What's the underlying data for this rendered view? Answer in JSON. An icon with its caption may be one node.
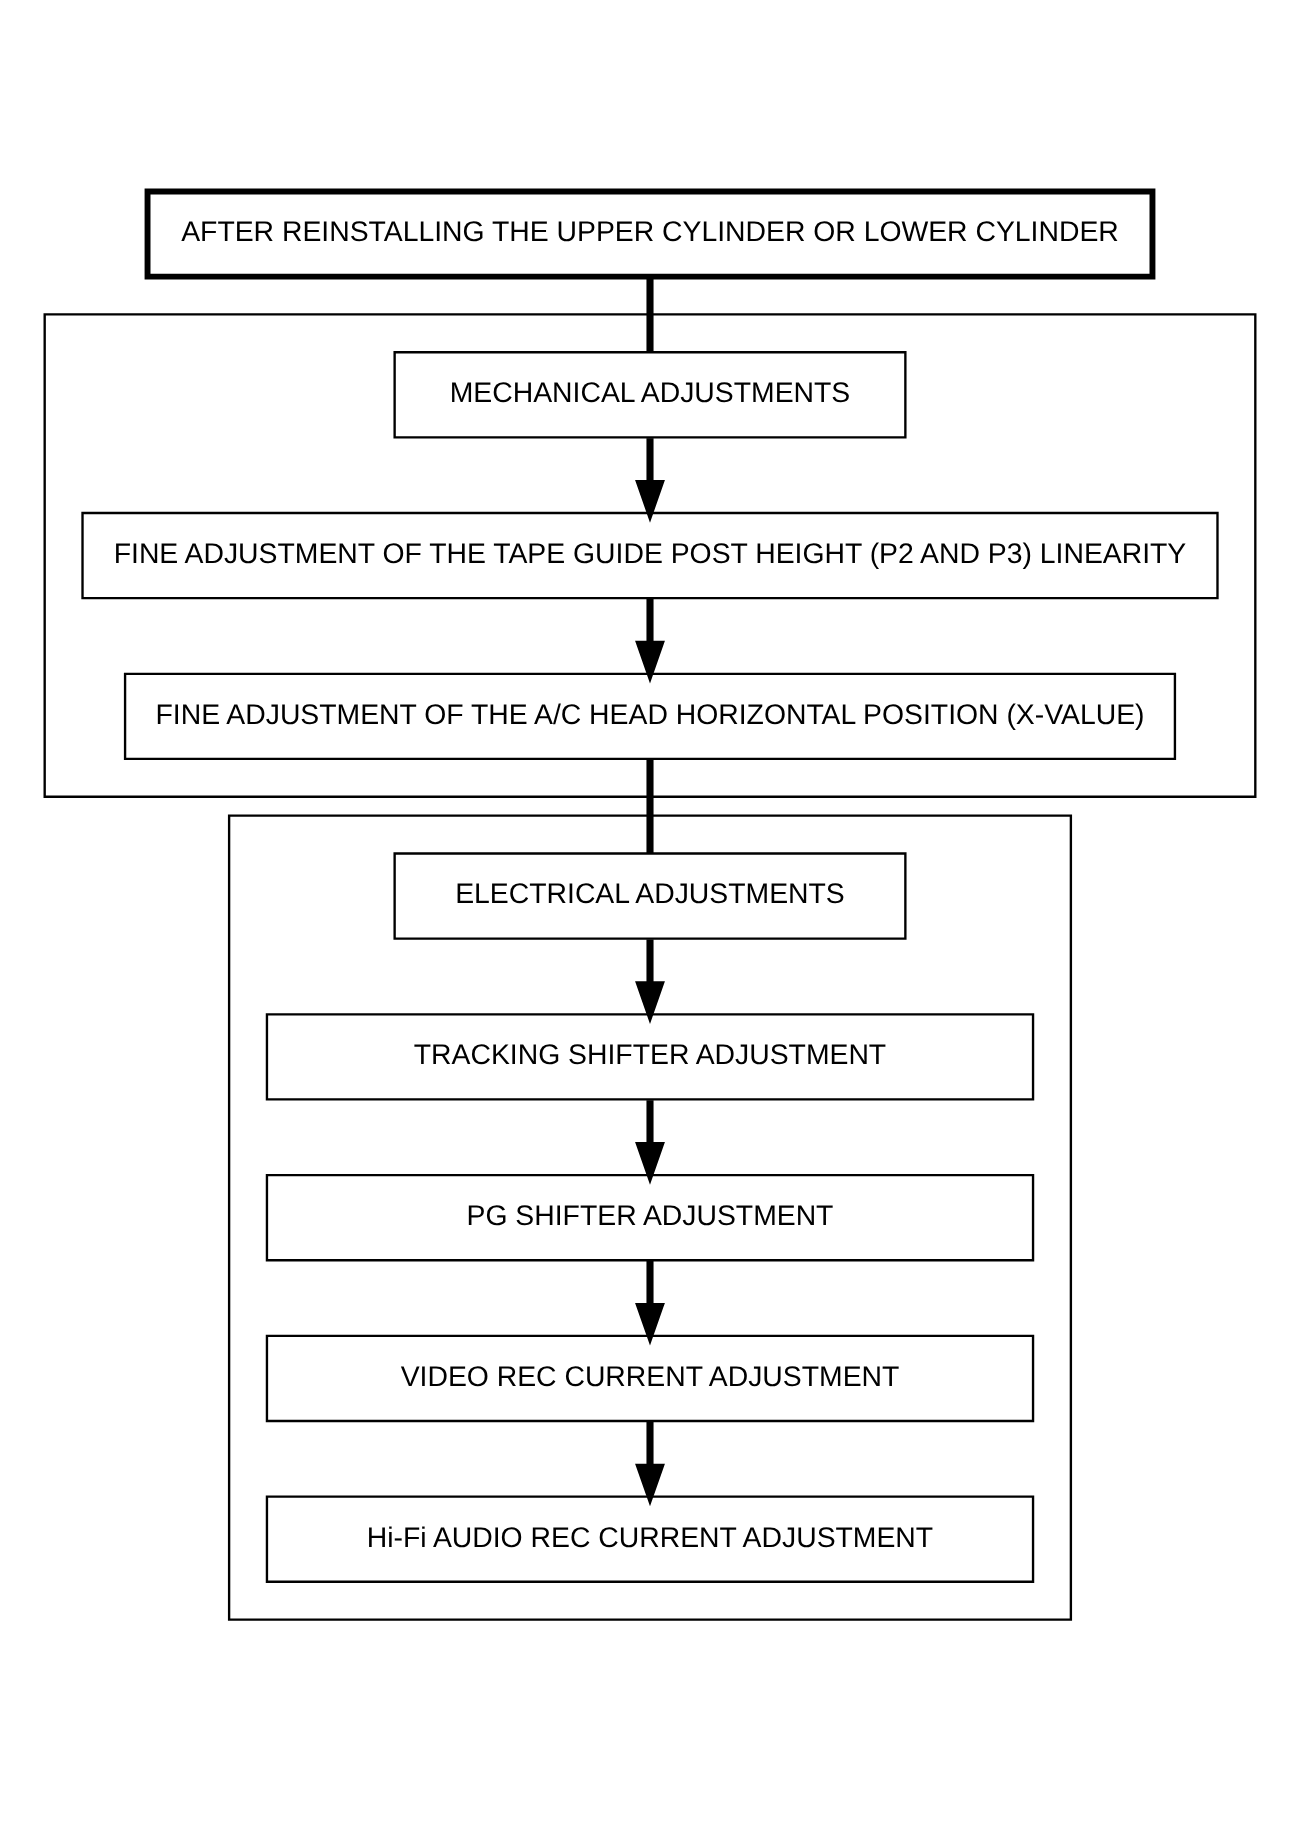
{
  "diagram": {
    "nodes": [
      {
        "text": [
          "AFTER REINSTALLING THE UPPER CYLINDER OR LOWER CYLINDER"
        ]
      },
      {
        "text": [
          "MECHANICAL ADJUSTMENTS"
        ]
      },
      {
        "text": [
          "FINE ADJUSTMENT OF THE TAPE GUIDE POST HEIGHT (P2 AND P3) LINEARITY"
        ],
        "in": 1
      },
      {
        "text": [
          "FINE ADJUSTMENT OF THE A/C HEAD HORIZONTAL POSITION (X-VALUE)"
        ],
        "in": 1
      },
      {
        "text": [
          "ELECTRICAL ADJUSTMENTS"
        ]
      },
      {
        "text": [
          "TRACKING SHIFTER ADJUSTMENT"
        ],
        "in": 4
      },
      {
        "text": [
          "PG SHIFTER ADJUSTMENT"
        ],
        "in": 4
      },
      {
        "text": [
          "VIDEO REC CURRENT ADJUSTMENT"
        ],
        "in": 4
      },
      {
        "text": [
          "Hi-Fi AUDIO REC CURRENT ADJUSTMENT"
        ],
        "in": 4
      }
    ],
    "edges": [
      {
        "from": 0,
        "to": 1,
        "arrow": "none"
      },
      {
        "from": 1,
        "to": 2,
        "arrow": "to"
      },
      {
        "from": 2,
        "to": 3,
        "arrow": "to"
      },
      {
        "from": 3,
        "to": 4,
        "arrow": "none"
      },
      {
        "from": 4,
        "to": 5,
        "arrow": "to"
      },
      {
        "from": 5,
        "to": 6,
        "arrow": "to"
      },
      {
        "from": 6,
        "to": 7,
        "arrow": "to"
      },
      {
        "from": 7,
        "to": 8,
        "arrow": "to"
      }
    ]
  }
}
